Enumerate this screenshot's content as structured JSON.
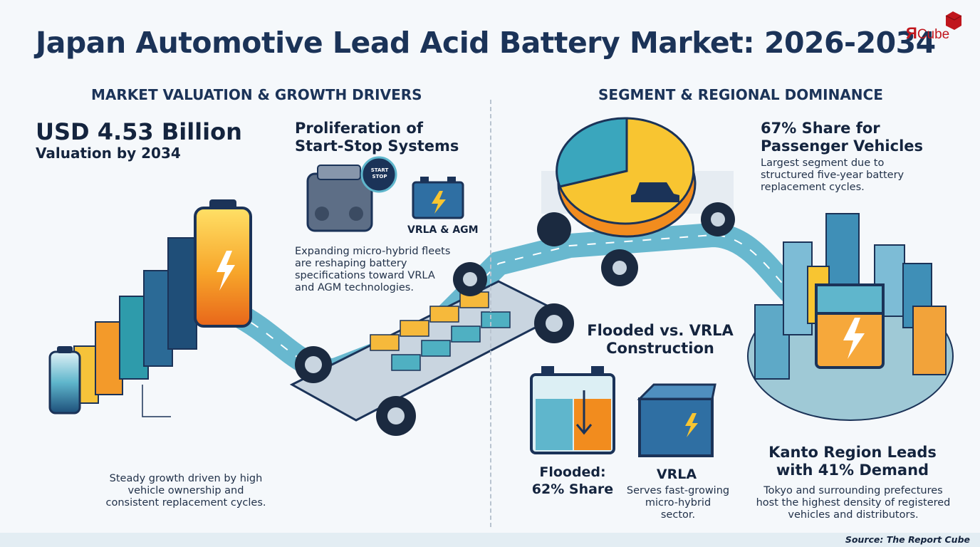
{
  "title": "Japan Automotive Lead Acid Battery Market: 2026-2034",
  "logo": {
    "mark": "Я",
    "text": "Cube"
  },
  "left_section": {
    "heading": "MARKET VALUATION & GROWTH DRIVERS",
    "valuation": "USD 4.53 Billion",
    "valuation_sub": "Valuation by 2034",
    "driver_title_1": "Proliferation of",
    "driver_title_2": "Start-Stop Systems",
    "start_stop_badge_1": "START",
    "start_stop_badge_2": "STOP",
    "battery_tech_label": "VRLA & AGM",
    "driver_text": [
      "Expanding micro-hybrid fleets",
      "are reshaping battery",
      "specifications toward VRLA",
      "and AGM technologies."
    ],
    "growth_text": [
      "Steady growth driven by high",
      "vehicle ownership and",
      "consistent replacement cycles."
    ]
  },
  "right_section": {
    "heading": "SEGMENT & REGIONAL DOMINANCE",
    "passenger_title": [
      "67% Share for",
      "Passenger Vehicles"
    ],
    "passenger_text": [
      "Largest segment due to",
      "structured five-year battery",
      "replacement cycles."
    ],
    "construction_title": [
      "Flooded vs. VRLA",
      "Construction"
    ],
    "flooded_label": [
      "Flooded:",
      "62% Share"
    ],
    "vrla_label": "VRLA",
    "vrla_text": [
      "Serves fast-growing",
      "micro-hybrid",
      "sector."
    ],
    "kanto_title": [
      "Kanto Region Leads",
      "with 41% Demand"
    ],
    "kanto_text": [
      "Tokyo and surrounding prefectures",
      "host the highest density of registered",
      "vehicles and distributors."
    ]
  },
  "stats": {
    "passenger_share_pct": 67,
    "flooded_share_pct": 62,
    "kanto_share_pct": 41
  },
  "source": "Source: The Report Cube",
  "colors": {
    "navy": "#1b3358",
    "road": "#5fb6cc",
    "orange": "#f28c1e",
    "yellow": "#f8c531",
    "teal": "#2f9fb0",
    "red_logo": "#c0161d"
  }
}
